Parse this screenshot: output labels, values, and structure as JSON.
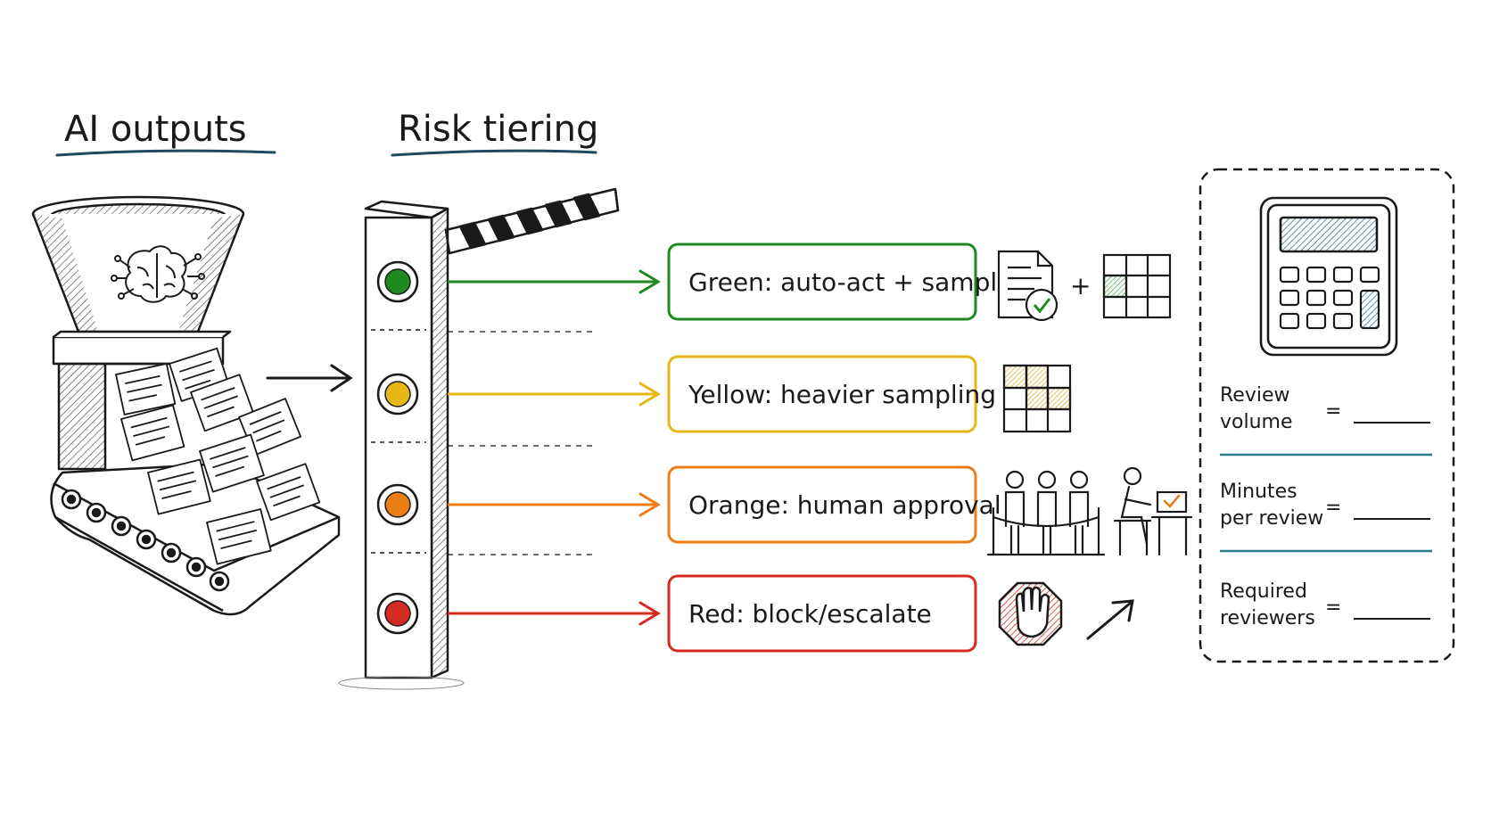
{
  "headings": {
    "ai_outputs": "AI outputs",
    "risk_tiering": "Risk tiering"
  },
  "tiers": [
    {
      "label": "Green: auto-act + sample",
      "color": "#1f8a1f"
    },
    {
      "label": "Yellow: heavier sampling",
      "color": "#e5b816"
    },
    {
      "label": "Orange: human approval",
      "color": "#ec7d13"
    },
    {
      "label": "Red: block/escalate",
      "color": "#d42a22"
    }
  ],
  "plus_sign": "+",
  "calculator": {
    "accent": "#2e7d8c",
    "rows": [
      {
        "line1": "Review",
        "line2": "volume",
        "equals": "="
      },
      {
        "line1": "Minutes",
        "line2": "per review",
        "equals": "="
      },
      {
        "line1": "Required",
        "line2": "reviewers",
        "equals": "="
      }
    ]
  },
  "colors": {
    "ink": "#1a1a1a",
    "underline": "#1d4a5c"
  }
}
